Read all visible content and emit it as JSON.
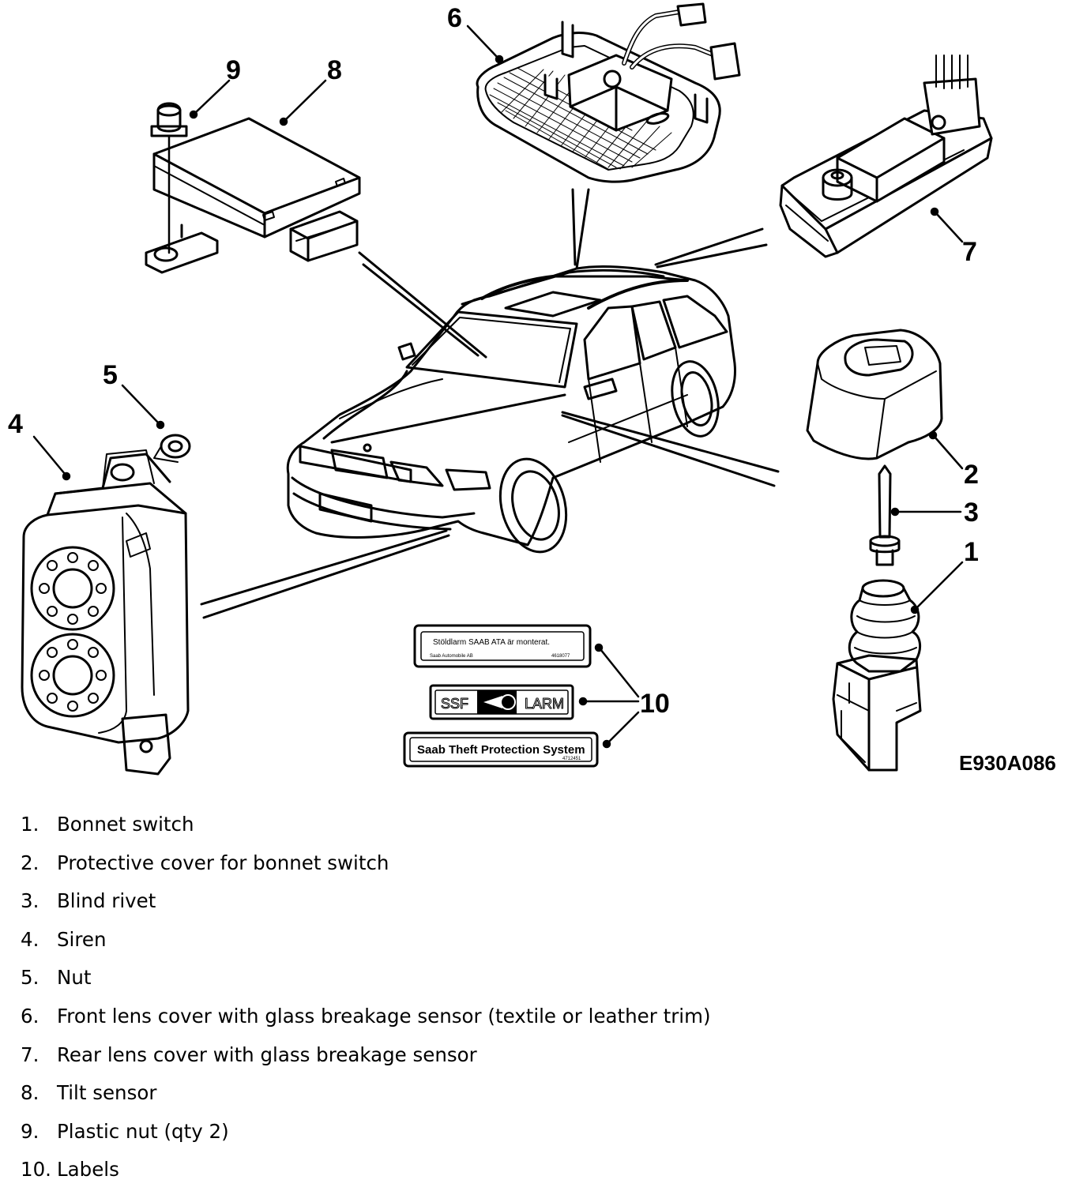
{
  "figure_id": "E930A086",
  "callouts": [
    "1",
    "2",
    "3",
    "4",
    "5",
    "6",
    "7",
    "8",
    "9",
    "10"
  ],
  "labels": {
    "label_a_line1": "Stöldlarm SAAB ATA är monterat.",
    "label_a_line2": "Saab Automobile AB",
    "label_a_number": "4618077",
    "label_b_left": "SSF",
    "label_b_right": "LARM",
    "label_c_line1": "Saab Theft Protection System",
    "label_c_number": "4712451"
  },
  "legend": [
    {
      "num": "1.",
      "text": "Bonnet switch"
    },
    {
      "num": "2.",
      "text": "Protective cover for bonnet switch"
    },
    {
      "num": "3.",
      "text": "Blind rivet"
    },
    {
      "num": "4.",
      "text": "Siren"
    },
    {
      "num": "5.",
      "text": "Nut"
    },
    {
      "num": "6.",
      "text": "Front lens cover with glass breakage sensor (textile or leather trim)"
    },
    {
      "num": "7.",
      "text": "Rear lens cover with glass breakage sensor"
    },
    {
      "num": "8.",
      "text": "Tilt sensor"
    },
    {
      "num": "9.",
      "text": "Plastic nut (qty 2)"
    },
    {
      "num": "10.",
      "text": "Labels"
    }
  ]
}
